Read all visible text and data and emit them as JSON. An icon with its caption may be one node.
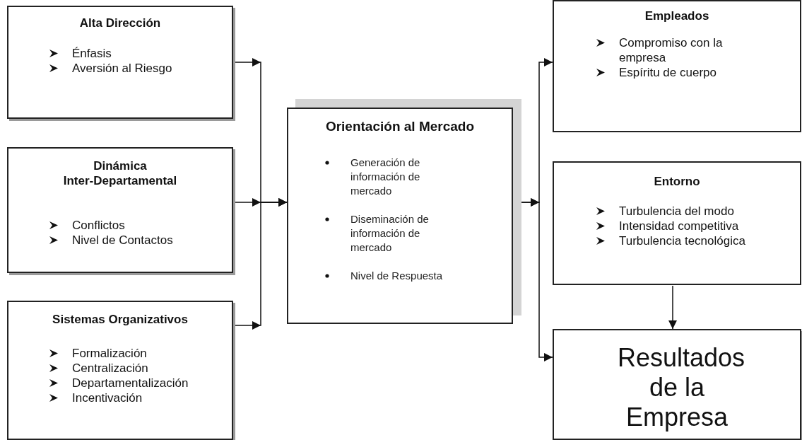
{
  "diagram": {
    "nodes": [
      {
        "text": [
          "Alta Dirección",
          "Énfasis",
          "Aversión al Riesgo"
        ]
      },
      {
        "text": [
          "Dinámica Inter-Departamental",
          "Conflictos",
          "Nivel de Contactos"
        ]
      },
      {
        "text": [
          "Sistemas Organizativos",
          "Formalización",
          "Centralización",
          "Departamentalización",
          "Incentivación"
        ]
      },
      {
        "text": [
          "Orientación al Mercado",
          "Generación de información de mercado",
          "Diseminación de información de mercado",
          "Nivel de Respuesta"
        ]
      },
      {
        "text": [
          "Empleados",
          "Compromiso con la empresa",
          "Espíritu de cuerpo"
        ]
      },
      {
        "text": [
          "Entorno",
          "Turbulencia del modo",
          "Intensidad competitiva",
          "Turbulencia tecnológica"
        ]
      },
      {
        "text": [
          "Resultados de la Empresa"
        ]
      }
    ],
    "edges": [
      {
        "from": 0,
        "to": 3,
        "arrow": "to"
      },
      {
        "from": 1,
        "to": 3,
        "arrow": "to"
      },
      {
        "from": 2,
        "to": 3,
        "arrow": "to"
      },
      {
        "from": 3,
        "to": 4,
        "arrow": "to"
      },
      {
        "from": 3,
        "to": 6,
        "arrow": "to"
      },
      {
        "from": 5,
        "to": 6,
        "arrow": "to"
      }
    ]
  }
}
